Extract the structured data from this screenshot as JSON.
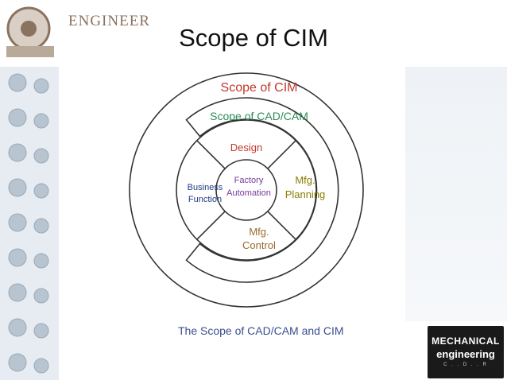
{
  "slide": {
    "title": "Scope of CIM",
    "caption": "The Scope of  CAD/CAM and CIM"
  },
  "logo": {
    "text": "ENGINEER",
    "icon": "engineer-logo-icon"
  },
  "badge": {
    "line1": "MECHANICAL",
    "line2": "engineering",
    "line3": "C . . D . . R"
  },
  "diagram": {
    "outer_label": "Scope of CIM",
    "cadcam_label": "Scope of CAD/CAM",
    "segments": {
      "design": "Design",
      "planning_line1": "Mfg.",
      "planning_line2": "Planning",
      "control_line1": "Mfg.",
      "control_line2": "Control",
      "business_line1": "Business",
      "business_line2": "Function"
    },
    "center_line1": "Factory",
    "center_line2": "Automation"
  },
  "colors": {
    "outer_label": "#c0392b",
    "cadcam_label": "#2e8b57",
    "design": "#c0392b",
    "planning": "#8b7d00",
    "control": "#9a6a2a",
    "business": "#1f3b82",
    "center": "#7a3a9a",
    "caption": "#3a4f8f",
    "lines": "#333333"
  }
}
